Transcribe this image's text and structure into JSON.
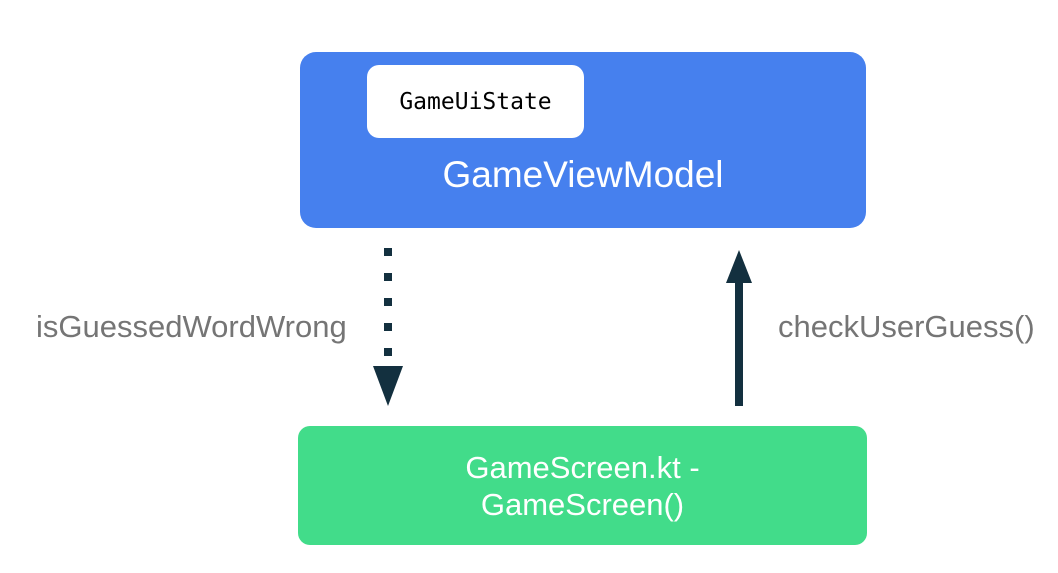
{
  "colors": {
    "blue": "#4680EE",
    "green": "#42DC8A",
    "arrow": "#13303F",
    "label_gray": "#757575",
    "chip_bg": "#FFFFFF",
    "chip_text": "#000000"
  },
  "viewmodel_box": {
    "state_chip_label": "GameUiState",
    "title": "GameViewModel"
  },
  "screen_box": {
    "title_line1": "GameScreen.kt -",
    "title_line2": "GameScreen()"
  },
  "flows": {
    "down_arrow_label": "isGuessedWordWrong",
    "up_arrow_label": "checkUserGuess()"
  }
}
